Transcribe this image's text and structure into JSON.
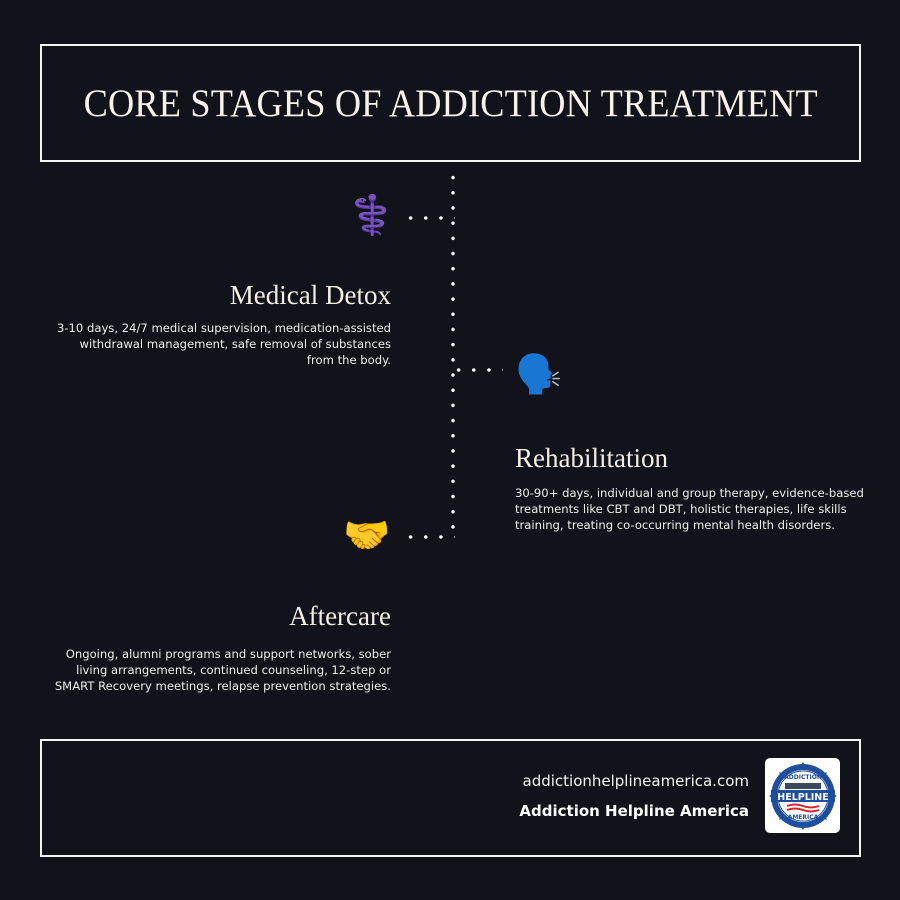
{
  "header": {
    "title": "CORE STAGES OF ADDICTION TREATMENT"
  },
  "stages": [
    {
      "name": "Medical Detox",
      "icon": "medical-symbol-icon",
      "icon_glyph": "⚕️",
      "description": "3-10 days, 24/7 medical supervision, medication-assisted withdrawal management, safe removal of substances from the body."
    },
    {
      "name": "Rehabilitation",
      "icon": "speaking-head-icon",
      "icon_glyph": "🗣️",
      "description": "30-90+ days, individual and group therapy, evidence-based treatments like CBT and DBT, holistic therapies, life skills training, treating co-occurring mental health disorders."
    },
    {
      "name": "Aftercare",
      "icon": "handshake-icon",
      "icon_glyph": "🤝",
      "description": "Ongoing, alumni programs and support networks, sober living arrangements, continued counseling, 12-step or SMART Recovery meetings, relapse prevention strategies."
    }
  ],
  "footer": {
    "url": "addictionhelplineamerica.com",
    "organization": "Addiction Helpline America",
    "logo": {
      "top_text": "ADDICTION",
      "middle_text": "HELPLINE",
      "bottom_text": "AMERICA"
    }
  },
  "colors": {
    "background": "#12131a",
    "border": "#f4f4f4",
    "text": "#f3efe5",
    "logo_blue": "#1f4f9c",
    "logo_red": "#d7262b"
  }
}
